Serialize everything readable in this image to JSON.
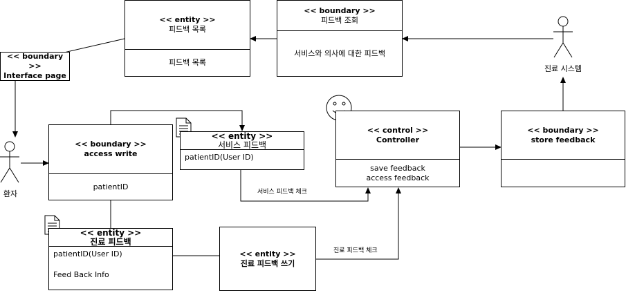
{
  "feedback_list": {
    "stereotype": "<< entity >>",
    "name": "피드백 목록",
    "body": "피드백  목록"
  },
  "feedback_query": {
    "stereotype": "<< boundary >>",
    "name": "피드백 조회",
    "body": "서비스와 의사에 대한 피드백"
  },
  "interface_page": {
    "stereotype": "<< boundary >>",
    "name": "Interface page"
  },
  "access_write": {
    "stereotype": "<< boundary >>",
    "name": "access write",
    "body": "patientID"
  },
  "service_feedback": {
    "stereotype": "<< entity >>",
    "name": "서비스 피드백",
    "body": "patientID(User ID)"
  },
  "controller": {
    "stereotype": "<< control >>",
    "name": "Controller",
    "body_lines": [
      "save feedback",
      "access feedback"
    ]
  },
  "store_feedback": {
    "stereotype": "<< boundary >>",
    "name": "store feedback"
  },
  "clinic_feedback": {
    "stereotype": "<< entity >>",
    "name": "진료 피드백",
    "body_lines": [
      "patientID(User ID)",
      "Feed Back Info"
    ]
  },
  "clinic_feedback_write": {
    "stereotype": "<< entity >>",
    "name": "진료 피드백 쓰기"
  },
  "actors": {
    "patient": "환자",
    "clinic_system": "진료 시스템"
  },
  "edge_labels": {
    "service_check": "서비스 피드백 체크",
    "clinic_check": "진료 피드백 체크"
  }
}
